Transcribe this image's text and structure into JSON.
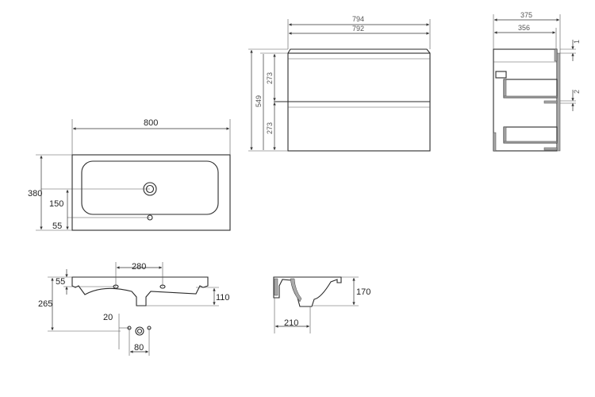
{
  "plan_view": {
    "width": "800",
    "depth": "380",
    "drain_offset": "150",
    "tap_offset": "55"
  },
  "cabinet_front": {
    "overall_width": "794",
    "body_width": "792",
    "height": "549",
    "drawer_upper": "273",
    "drawer_lower": "273"
  },
  "cabinet_side": {
    "overall_depth": "375",
    "body_depth": "356",
    "top_gap": "1",
    "drawer_gap": "2"
  },
  "basin_front": {
    "hole_spacing": "280",
    "rim_height": "55",
    "total_height": "265",
    "bowl_depth": "110",
    "hole_offset": "20",
    "hole_pair_spacing": "80"
  },
  "basin_section": {
    "height": "170",
    "depth_to_drain": "210"
  }
}
